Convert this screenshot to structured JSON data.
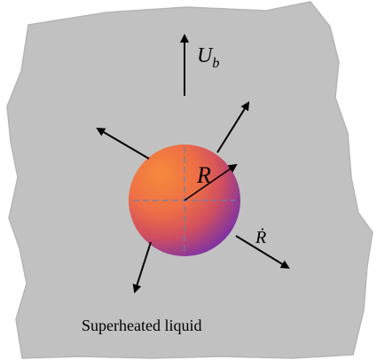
{
  "diagram": {
    "labels": {
      "bubble_velocity_symbol": "U",
      "bubble_velocity_subscript": "b",
      "radius_symbol": "R",
      "radius_rate_symbol": "Ṙ",
      "medium_label": "Superheated liquid"
    },
    "colors": {
      "background_page": "#ffffff",
      "liquid_region": "#c1c1c1",
      "liquid_edge": "#b5b5b5",
      "bubble_warm": "#f07a3a",
      "bubble_mid": "#e05a52",
      "bubble_cool": "#6a2fb0",
      "axis_lines": "#6e7fae",
      "arrows": "#000000"
    },
    "icons": {
      "arrowhead": "filled-triangle"
    }
  }
}
